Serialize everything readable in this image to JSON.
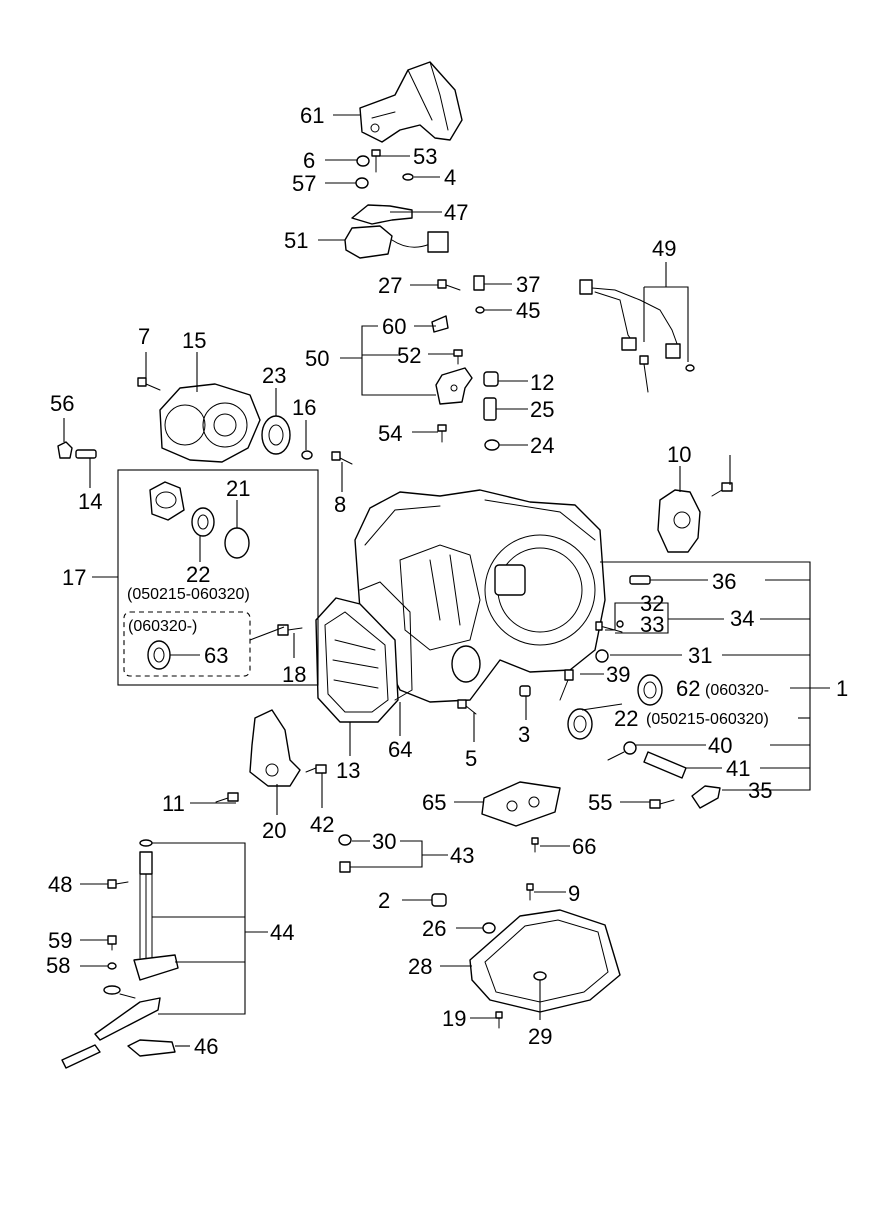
{
  "colors": {
    "line": "#000000",
    "background": "#ffffff"
  },
  "labels": {
    "p1": "1",
    "p2": "2",
    "p3": "3",
    "p4": "4",
    "p5": "5",
    "p6": "6",
    "p7": "7",
    "p8": "8",
    "p9": "9",
    "p10": "10",
    "p11": "11",
    "p12": "12",
    "p13": "13",
    "p14": "14",
    "p15": "15",
    "p16": "16",
    "p17": "17",
    "p18": "18",
    "p19": "19",
    "p20": "20",
    "p21": "21",
    "p22a": "22",
    "p22b": "22",
    "p23": "23",
    "p24": "24",
    "p25": "25",
    "p26": "26",
    "p27": "27",
    "p28": "28",
    "p29": "29",
    "p30": "30",
    "p31": "31",
    "p32": "32",
    "p33": "33",
    "p34": "34",
    "p35": "35",
    "p36": "36",
    "p37": "37",
    "p39": "39",
    "p40": "40",
    "p41": "41",
    "p42": "42",
    "p43": "43",
    "p44": "44",
    "p45": "45",
    "p46": "46",
    "p47": "47",
    "p48": "48",
    "p49": "49",
    "p50": "50",
    "p51": "51",
    "p52": "52",
    "p53": "53",
    "p54": "54",
    "p55": "55",
    "p56": "56",
    "p57": "57",
    "p58": "58",
    "p59": "59",
    "p60": "60",
    "p61": "61",
    "p62": "62",
    "p63": "63",
    "p64": "64",
    "p65": "65",
    "p66": "66"
  },
  "notes": {
    "box17_range_a": "(050215-060320)",
    "box17_range_b": "(060320-)",
    "p62_range": "(060320-",
    "p22_range": "(050215-060320)"
  }
}
